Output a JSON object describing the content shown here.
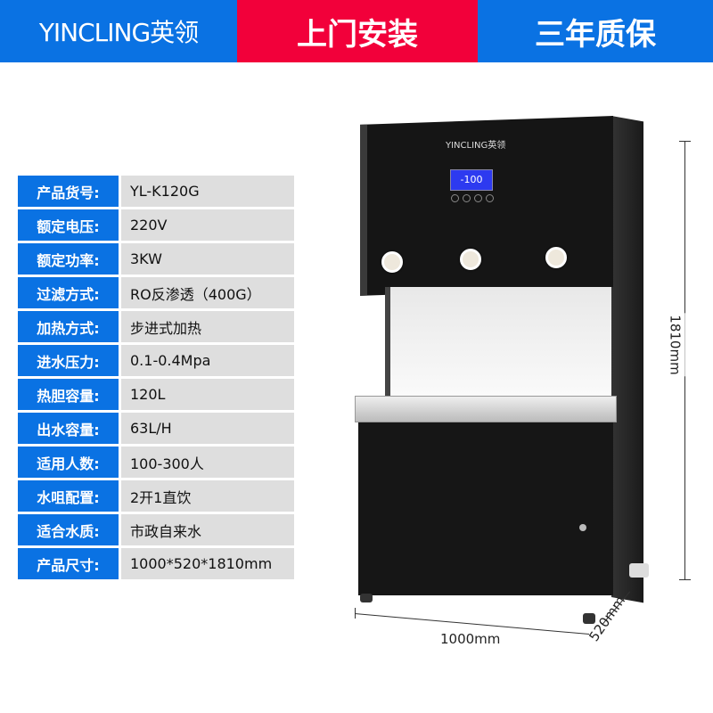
{
  "header": {
    "brand": "YINCLING英领",
    "install": "上门安装",
    "warranty": "三年质保"
  },
  "specs": [
    {
      "label": "产品货号:",
      "value": "YL-K120G"
    },
    {
      "label": "额定电压:",
      "value": "220V"
    },
    {
      "label": "额定功率:",
      "value": "3KW"
    },
    {
      "label": "过滤方式:",
      "value": "RO反渗透（400G）"
    },
    {
      "label": "加热方式:",
      "value": "步进式加热"
    },
    {
      "label": "进水压力:",
      "value": "0.1-0.4Mpa"
    },
    {
      "label": "热胆容量:",
      "value": "120L"
    },
    {
      "label": "出水容量:",
      "value": "63L/H"
    },
    {
      "label": "适用人数:",
      "value": "100-300人"
    },
    {
      "label": "水咀配置:",
      "value": "2开1直饮"
    },
    {
      "label": "适合水质:",
      "value": "市政自来水"
    },
    {
      "label": "产品尺寸:",
      "value": "1000*520*1810mm"
    }
  ],
  "product": {
    "logo": "YINCLING英领",
    "display": "-100",
    "dimensions": {
      "height": "1810mm",
      "width": "1000mm",
      "depth": "520mm"
    }
  },
  "colors": {
    "blue": "#0a72e3",
    "red": "#f2003a"
  }
}
